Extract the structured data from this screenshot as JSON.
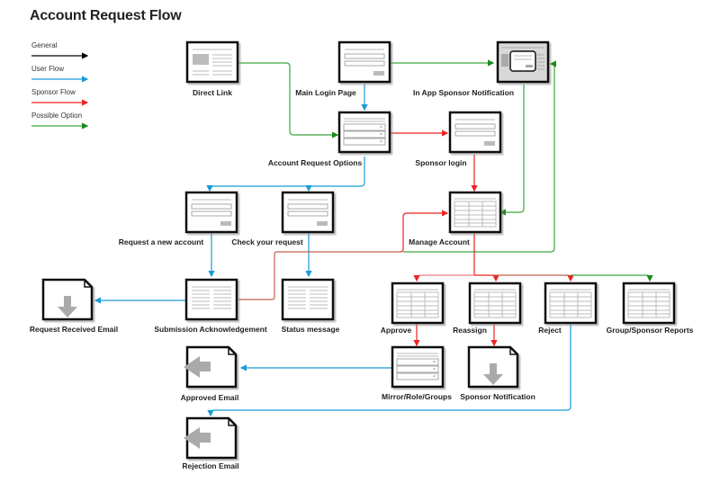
{
  "title": "Account Request Flow",
  "legend": [
    {
      "label": "General",
      "color": "#000000"
    },
    {
      "label": "User Flow",
      "color": "#1a9ad6"
    },
    {
      "label": "Sponsor Flow",
      "color": "#ee2222"
    },
    {
      "label": "Possible Option",
      "color": "#3aa83a"
    }
  ],
  "nodes": {
    "direct_link": "Direct Link",
    "main_login": "Main Login Page",
    "in_app_notification": "In App Sponsor Notification",
    "account_request_options": "Account Request Options",
    "sponsor_login": "Sponsor login",
    "request_new_account": "Request a new account",
    "check_request": "Check your request",
    "manage_account": "Manage Account",
    "request_received_email": "Request Received Email",
    "submission_ack": "Submission Acknowledgement",
    "status_message": "Status message",
    "approve": "Approve",
    "reassign": "Reassign",
    "reject": "Reject",
    "group_sponsor_reports": "Group/Sponsor Reports",
    "approved_email": "Approved Email",
    "mirror_role_groups": "Mirror/Role/Groups",
    "sponsor_notification": "Sponsor Notification",
    "rejection_email": "Rejection Email"
  }
}
